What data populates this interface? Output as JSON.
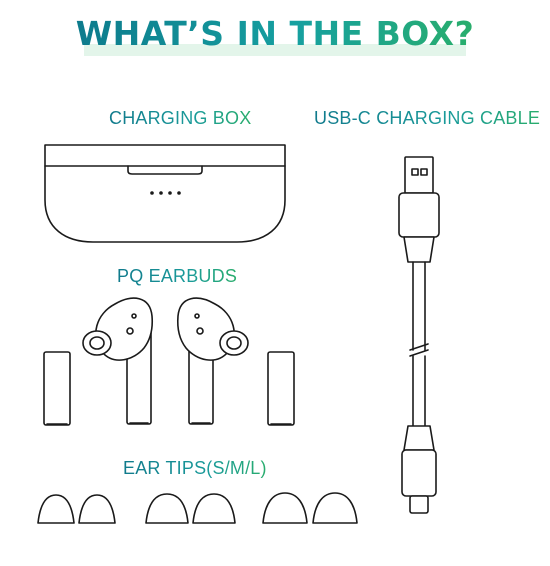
{
  "title": "WHAT’S IN THE BOX?",
  "sections": {
    "charging_box": "CHARGING BOX",
    "cable": "USB-C CHARGING CABLE",
    "earbuds": "PQ EARBUDS",
    "ear_tips": "EAR TIPS(S/M/L)"
  },
  "colors": {
    "title_start": "#0d7a8c",
    "title_end": "#2aae6a",
    "highlight": "#e3f5ea",
    "line": "#1a1a1a"
  }
}
